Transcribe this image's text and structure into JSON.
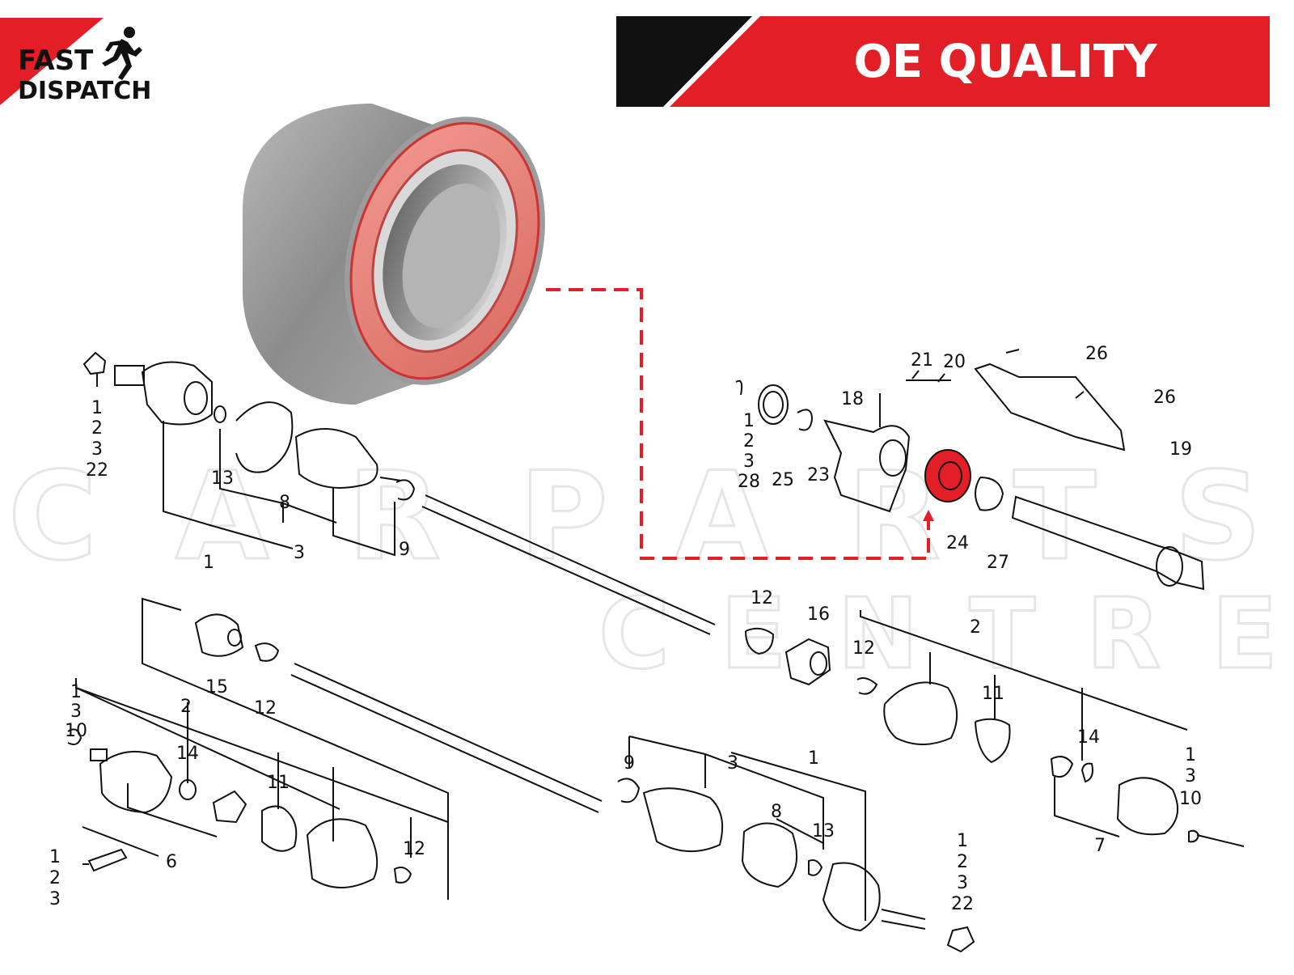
{
  "banner": {
    "fast_top": "FAST",
    "fast_bottom": "DISPATCH",
    "quality": "OE QUALITY",
    "red": "#e21f26",
    "black": "#111111"
  },
  "watermark": {
    "line1": "CARPARTS",
    "line2": "CENTRE"
  },
  "highlight_color": "#e21f26",
  "callouts": {
    "upper_left": {
      "stack": [
        "1",
        "2",
        "3",
        "22"
      ],
      "n13": "13",
      "n8": "8",
      "n3": "3",
      "n9": "9",
      "n1": "1"
    },
    "upper_right": {
      "stack": [
        "1",
        "2",
        "3",
        "28"
      ],
      "n25": "25",
      "n23": "23",
      "n18": "18",
      "n21": "21",
      "n20": "20",
      "n26a": "26",
      "n26b": "26",
      "n19": "19",
      "n24": "24",
      "n27": "27"
    },
    "middle": {
      "n12a": "12",
      "n16": "16",
      "n15": "15",
      "n12b": "12",
      "n12c": "12",
      "n2": "2",
      "n11": "11",
      "n14": "14",
      "n1": "1",
      "n3": "3",
      "n10": "10",
      "n7": "7"
    },
    "lower_left": {
      "stack_top": [
        "1",
        "3"
      ],
      "n10": "10",
      "n2": "2",
      "n14": "14",
      "n11": "11",
      "n12": "12",
      "n6": "6",
      "stack_bottom": [
        "1",
        "2",
        "3"
      ]
    },
    "lower_center": {
      "n9": "9",
      "n3": "3",
      "n1": "1",
      "n8": "8",
      "n13": "13",
      "stack": [
        "1",
        "2",
        "3",
        "22"
      ]
    }
  }
}
